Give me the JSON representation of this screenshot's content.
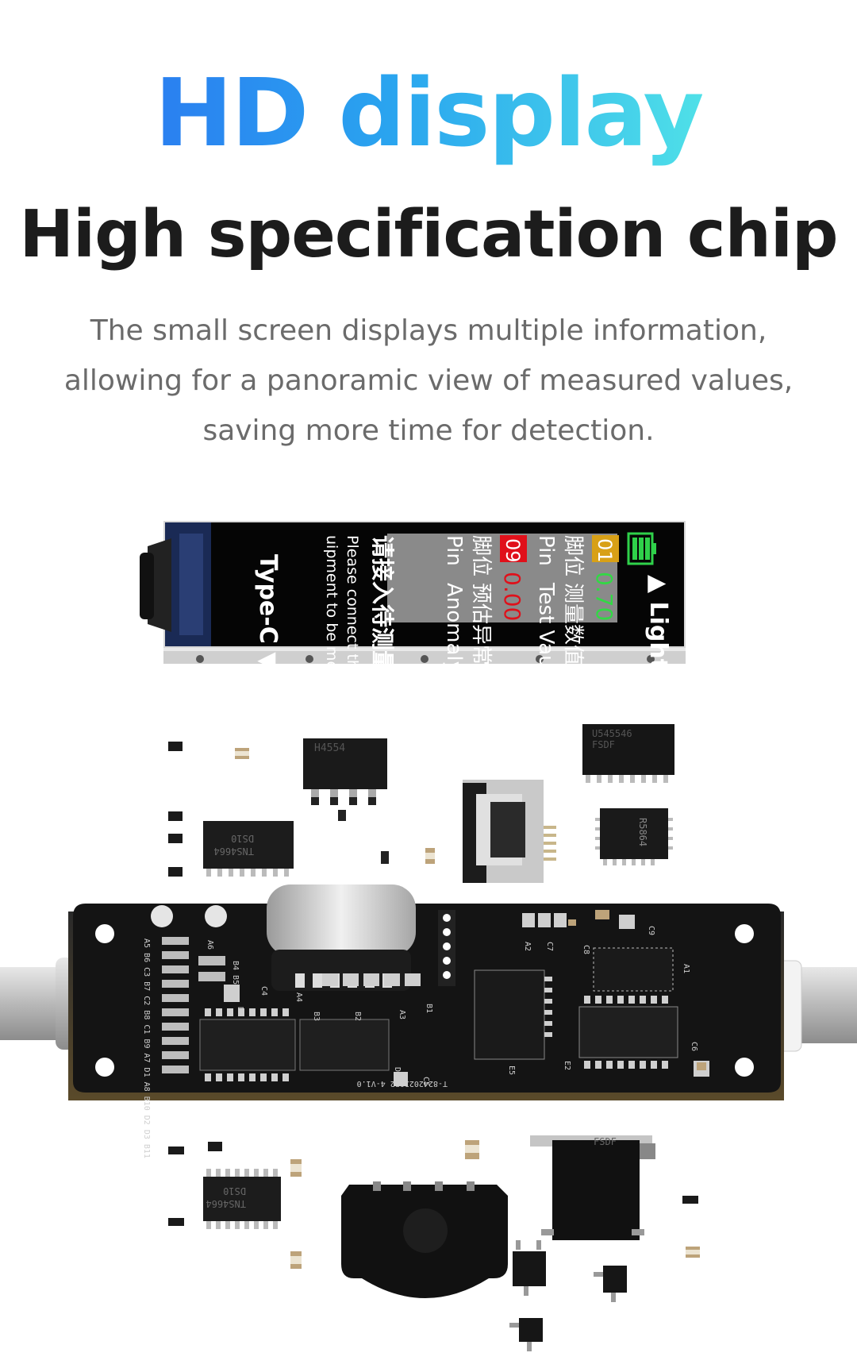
{
  "headline": "HD display",
  "subhead": "High specification chip",
  "description": [
    "The small screen displays multiple information,",
    "allowing for a panoramic view of measured values,",
    "saving more time for detection."
  ],
  "lcd": {
    "lightning": "▲ Lightning",
    "badge1": "01",
    "value1": "0.70",
    "pin_cn": "脚位",
    "measured_cn": "测量数值",
    "pin": "Pin",
    "test_value": "Test Vaule",
    "badge2": "09",
    "value2": "0.00",
    "anomaly_cn": "预估异常",
    "anomaly": "Anomaly",
    "connect_cn": "请接入待测量设备",
    "connect_en_1": "Please connect the eq-",
    "connect_en_2": "uipment to be measured",
    "typec": "Type-C ▼"
  },
  "chips": {
    "h4554": "H4554",
    "u545546": "U545546",
    "fsdf": "FSDF",
    "r5864": "R5864",
    "tns4664_1": "TNS4664",
    "ds10_1": "DS10",
    "tns4664_2": "TNS4664",
    "ds10_2": "DS10",
    "fsdf_bottom": "FSDF"
  },
  "pcb": {
    "serial": "T-8242023052 4-V1.0",
    "labels": [
      "A5 B6 C3 B7 C2 B8 C1 B9 A7 D1 A8 B10 D2 D3 B11",
      "A6",
      "B4 B5",
      "C4",
      "D4",
      "A4",
      "B3",
      "B2",
      "A3",
      "B1",
      "A2",
      "C7",
      "C8",
      "C9",
      "A1",
      "E5",
      "E2",
      "C6",
      "D4",
      "C5"
    ]
  }
}
